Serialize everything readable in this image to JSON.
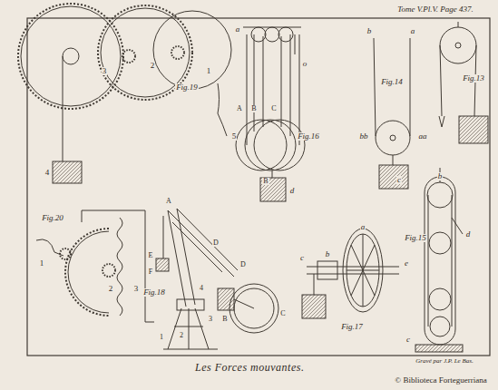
{
  "diagram": {
    "caption": "Les Forces mouvantes.",
    "labels": [
      "Tome V.Pl.V. Page 437.",
      "Fig.19",
      "3",
      "2",
      "1",
      "5",
      "4",
      "Fig.16",
      "a",
      "o",
      "A",
      "B",
      "C",
      "B",
      "d",
      "Fig.14",
      "b",
      "a",
      "bb",
      "aa",
      "c",
      "Fig.13",
      "Fig.20",
      "1",
      "2",
      "3",
      "Fig.18",
      "A",
      "D",
      "D",
      "E",
      "F",
      "B",
      "C",
      "4",
      "3",
      "2",
      "1",
      "Fig.17",
      "a",
      "b",
      "c",
      "e",
      "Fig.15",
      "b",
      "d",
      "c",
      "Gravé par J.P. Le Bas.",
      "© Biblioteca Forteguerriana"
    ]
  }
}
